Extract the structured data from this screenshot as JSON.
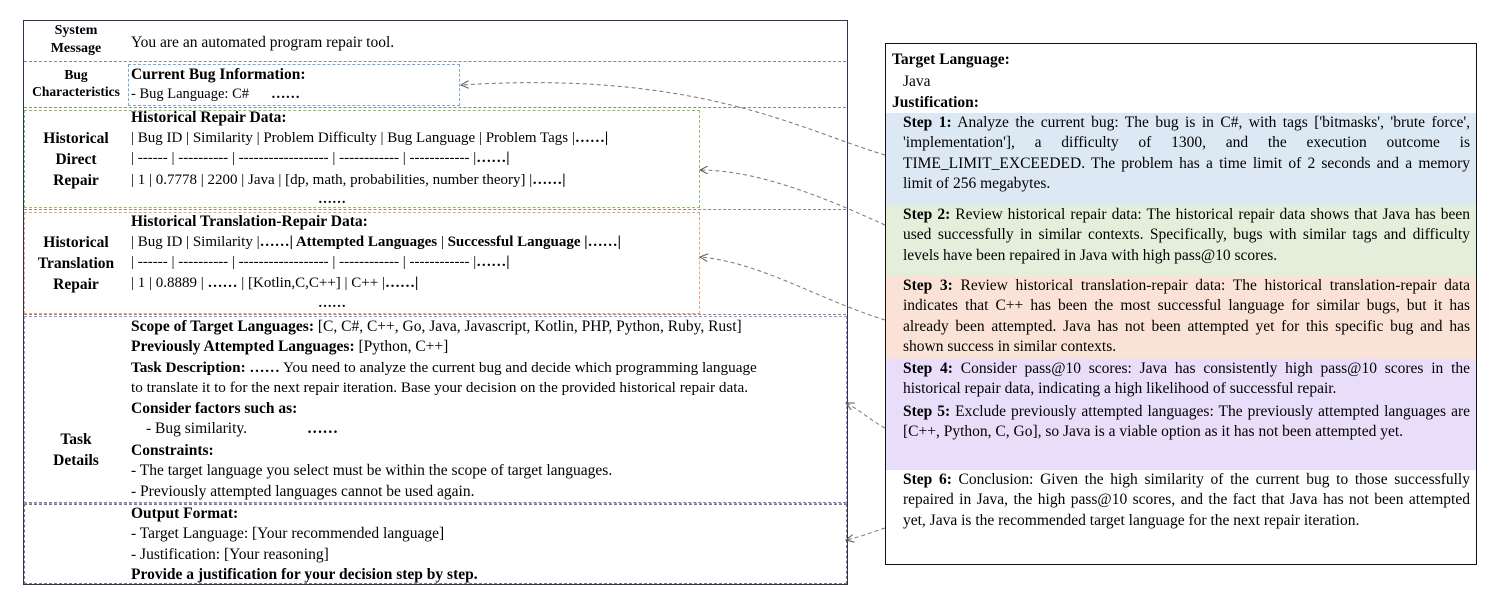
{
  "left": {
    "system": {
      "label": "System\nMessage",
      "text": "You are an automated program repair tool."
    },
    "bug": {
      "label": "Bug\nCharacteristics",
      "title": "Current Bug Information:",
      "line": "- Bug Language: C#",
      "dots": "……"
    },
    "direct": {
      "label": "Historical\nDirect\nRepair",
      "title": "Historical Repair Data:",
      "header_plain": "| Bug ID | Similarity | Problem Difficulty | Bug Language | Problem Tags |",
      "header_dots": "……|",
      "sep_plain": "| ------ | ---------- | ------------------ | ------------ | ------------ |",
      "sep_dots": "……|",
      "row_plain": "| 1 | 0.7778 | 2200 | Java | [dp, math, probabilities, number theory] |",
      "row_dots": "……|",
      "more": "……"
    },
    "translation": {
      "label": "Historical\nTranslation\nRepair",
      "title": "Historical Translation-Repair Data:",
      "header_a": "| Bug ID | Similarity |",
      "header_b": "……|",
      "header_c": " Attempted Languages ",
      "header_d": "| ",
      "header_e": "Successful Language ",
      "header_f": "|……|",
      "sep_plain": "| ------ | ---------- | ------------------ | ------------ | ------------ |",
      "sep_dots": "……|",
      "row_a": "| 1 | 0.8889 | ",
      "row_b": "……",
      "row_c": " | [Kotlin,C,C++] | C++ |",
      "row_d": "……|",
      "more": "……"
    },
    "task": {
      "label": "Task\nDetails",
      "scope_label": "Scope of Target Languages:",
      "scope_value": " [C, C#, C++, Go, Java, Javascript, Kotlin, PHP, Python, Ruby, Rust]",
      "prev_label": "Previously Attempted Languages:",
      "prev_value": " [Python, C++]",
      "desc_label": "Task Description: ……",
      "desc_line1": " You need to analyze the current bug and decide which programming language",
      "desc_line2": "to translate it to for the next repair iteration. Base your decision on the provided historical repair data.",
      "factors_label": "Consider factors such as:",
      "factor1": "- Bug similarity.",
      "factor_dots": "……",
      "constraints_label": "Constraints:",
      "constraint1": "- The target language you select must be within the scope of target languages.",
      "constraint2": "- Previously attempted languages cannot be used again."
    },
    "output": {
      "title": "Output Format:",
      "line1": "- Target Language: [Your recommended language]",
      "line2": "- Justification: [Your reasoning]",
      "final": "Provide a justification for your decision step by step."
    }
  },
  "right": {
    "target_label": "Target Language:",
    "target_value": "Java",
    "justification_label": "Justification:",
    "steps": [
      {
        "label": "Step 1:",
        "text": " Analyze the current bug: The bug is in C#, with tags ['bitmasks', 'brute force', 'implementation'], a difficulty of 1300, and the execution outcome is TIME_LIMIT_EXCEEDED. The problem has a time limit of 2 seconds and a memory limit of 256 megabytes.",
        "color": "#dde8f5"
      },
      {
        "label": "Step 2:",
        "text": " Review historical repair data: The historical repair data shows that Java has been used successfully in similar contexts. Specifically, bugs with similar tags and difficulty levels have been repaired in Java with high pass@10 scores.",
        "color": "#e3eedb"
      },
      {
        "label": "Step 3:",
        "text": " Review historical translation-repair data: The historical translation-repair data indicates that C++ has been the most successful language for similar bugs, but it has already been attempted. Java has not been attempted yet for this specific bug and has shown success in similar contexts.",
        "color": "#fae3d6"
      },
      {
        "label": "Step 4:",
        "text": " Consider pass@10 scores: Java has consistently high pass@10 scores in the historical repair data, indicating a high likelihood of successful repair.",
        "color": "#e8defa"
      },
      {
        "label": "Step 5:",
        "text": " Exclude previously attempted languages: The previously attempted languages are [C++, Python, C, Go], so Java is a viable option as it has not been attempted yet.",
        "color": "#e8defa"
      },
      {
        "label": "Step 6:",
        "text": " Conclusion: Given the high similarity of the current bug to those successfully repaired in Java, the high pass@10 scores, and the fact that Java has not been attempted yet, Java is the recommended target language for the next repair iteration.",
        "color": "#ffffff"
      }
    ]
  },
  "colors": {
    "frame": "#2a3550",
    "bug_box": "#7aa6d8",
    "direct_box": "#8dc06a",
    "translation_box": "#f0a070",
    "task_box": "#a98be0",
    "output_box": "#7a7a7a"
  }
}
